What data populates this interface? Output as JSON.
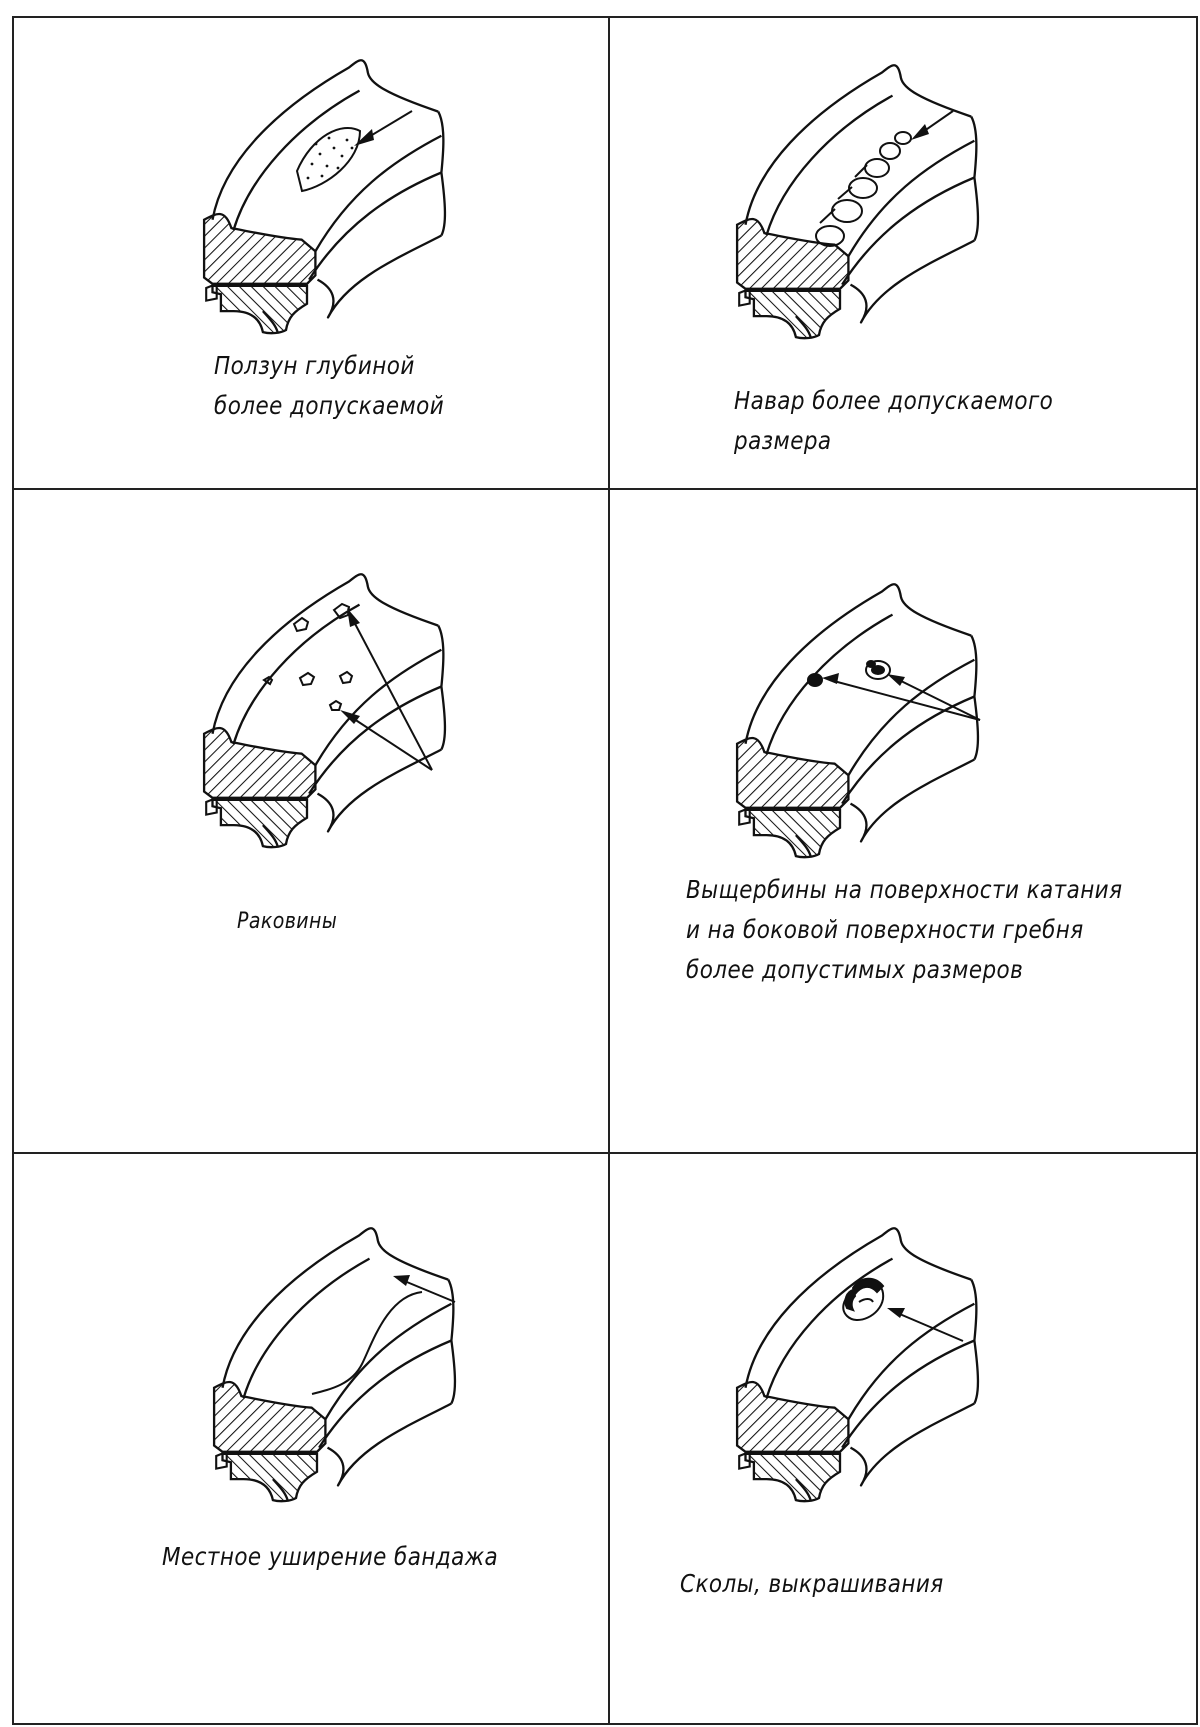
{
  "figure": {
    "defects": [
      {
        "id": "slide",
        "caption": "Ползун глубиной\nболее допускаемой"
      },
      {
        "id": "buildup",
        "caption": "Навар более допускаемого\nразмера"
      },
      {
        "id": "cavities",
        "caption": "Раковины"
      },
      {
        "id": "pits",
        "caption": "Выщербины на поверхности катания\nи на боковой поверхности гребня\nболее допустимых размеров"
      },
      {
        "id": "widening",
        "caption": "Местное уширение бандажа"
      },
      {
        "id": "chips",
        "caption": "Сколы, выкрашивания"
      }
    ]
  }
}
